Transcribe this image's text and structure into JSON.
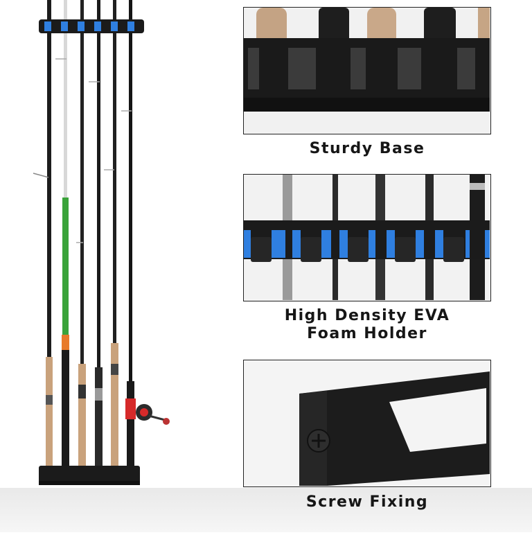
{
  "features": [
    {
      "caption": "Sturdy Base"
    },
    {
      "caption": "High Density EVA",
      "caption_line2": "Foam Holder"
    },
    {
      "caption": "Screw Fixing"
    }
  ],
  "colors": {
    "foam_blue": "#2f7fe0",
    "rack_black": "#1b1b1b",
    "cork": "#c9a27c",
    "green_blank": "#3aa33a",
    "reel_red": "#d62a2a"
  },
  "icons": {
    "screw": "screw-icon"
  }
}
